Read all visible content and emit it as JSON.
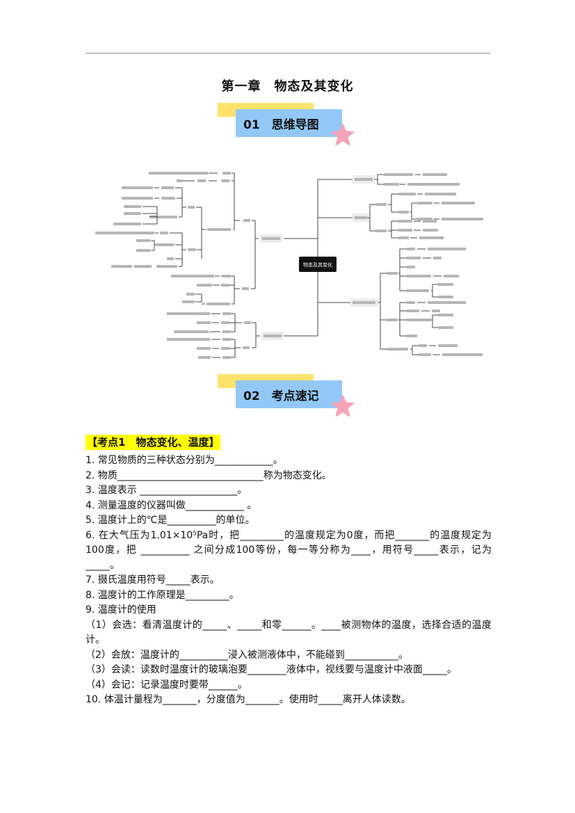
{
  "header": {
    "chapter_title": "第一章　物态及其变化"
  },
  "banners": [
    {
      "number": "01",
      "label": "思维导图"
    },
    {
      "number": "02",
      "label": "考点速记"
    }
  ],
  "mindmap": {
    "center_label": "物态及其变化"
  },
  "section": {
    "heading": "【考点1　物态变化、温度】"
  },
  "questions": [
    "1. 常见物质的三种状态分别为____________。",
    "2. 物质______________________________称为物态变化。",
    "3. 温度表示 ____________________。",
    "4. 测量温度的仪器叫做____________ 。",
    "5. 温度计上的℃是__________的单位。",
    "6. 在大气压为1.01×10⁵Pa时，把_________的温度规定为0度，而把_______的温度规定为100度，把 __________ 之间分成100等份，每一等分称为____，用符号_____表示，记为_____。",
    "7. 摄氏温度用符号_____表示。",
    "8. 温度计的工作原理是_________。",
    "9. 温度计的使用",
    "（1）会选：看清温度计的_____、_____和零______。____被测物体的温度，选择合适的温度计。",
    "（2）会放：温度计的__________浸入被测液体中，不能碰到___________。",
    "（3）会读：读数时温度计的玻璃泡要________液体中，视线要与温度计中液面_____。",
    "（4）会记：记录温度时要带______。",
    "10. 体温计量程为_______，分度值为_______。使用时_____离开人体读数。"
  ],
  "colors": {
    "highlight": "#ffff00",
    "banner_blue": "#93c8f6",
    "banner_yellow": "#fde36b",
    "star": "#f4a3ba"
  }
}
